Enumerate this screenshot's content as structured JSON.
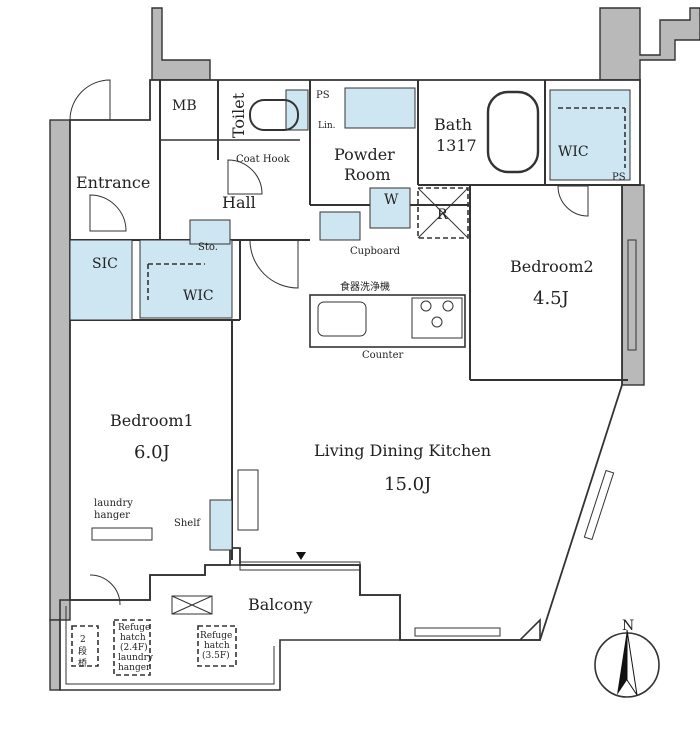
{
  "rooms": {
    "entrance": "Entrance",
    "hall": "Hall",
    "mb": "MB",
    "toilet": "Toilet",
    "ps_top": "PS",
    "ps_right": "PS",
    "lin": "Lin.",
    "coat_hook": "Coat Hook",
    "powder_room_line1": "Powder",
    "powder_room_line2": "Room",
    "washer": "W",
    "fridge": "R",
    "bath": "Bath",
    "bath_size": "1317",
    "wic_bedroom2": "WIC",
    "sic": "SIC",
    "storage": "Sto.",
    "wic_bedroom1": "WIC",
    "cupboard": "Cupboard",
    "dishwasher": "食器洗浄機",
    "counter": "Counter",
    "bedroom2": "Bedroom2",
    "bedroom2_size": "4.5J",
    "bedroom1": "Bedroom1",
    "bedroom1_size": "6.0J",
    "ldk": "Living Dining Kitchen",
    "ldk_size": "15.0J",
    "laundry_hanger_line1": "laundry",
    "laundry_hanger_line2": "hanger",
    "shelf": "Shelf",
    "balcony": "Balcony",
    "refuge_hatch_left_line1": "Refuge",
    "refuge_hatch_left_line2": "hatch",
    "refuge_hatch_left_line3": "(2.4F)",
    "refuge_hatch_left_line4": "laundry",
    "refuge_hatch_left_line5": "hanger",
    "refuge_hatch_right_line1": "Refuge",
    "refuge_hatch_right_line2": "hatch",
    "refuge_hatch_right_line3": "(3.5F)",
    "stair_line1": "2",
    "stair_line2": "段",
    "stair_line3": "桥",
    "north": "N"
  },
  "colors": {
    "wall": "#b9b9b9",
    "fixture_blue": "#cde6f2",
    "line": "#333333"
  }
}
